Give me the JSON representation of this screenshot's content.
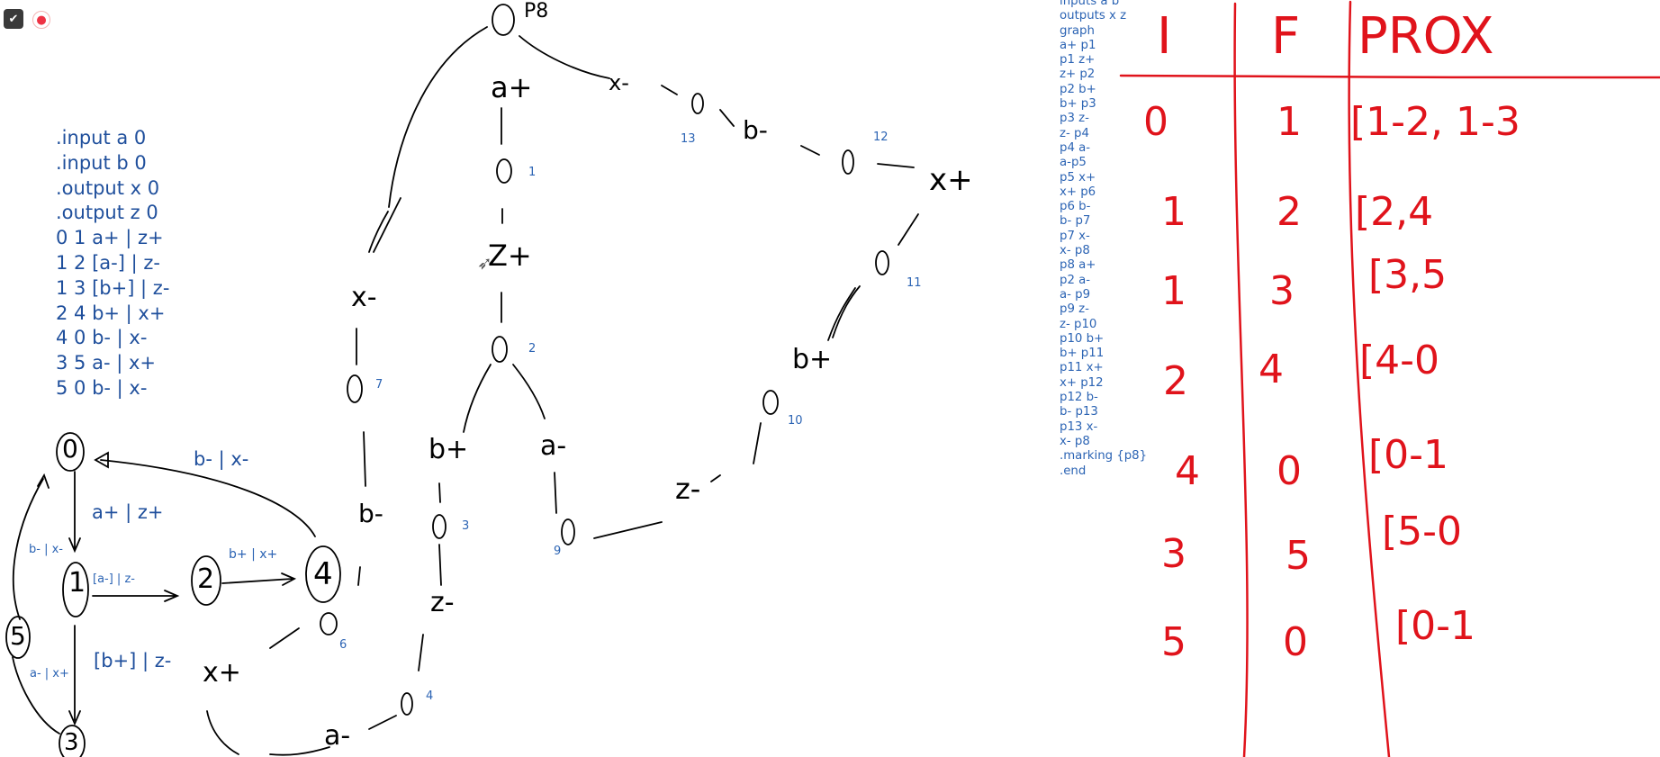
{
  "code_lines": [
    ".input a 0",
    ".input b 0",
    ".output x 0",
    ".output z 0",
    "0 1 a+ | z+",
    "1 2 [a-] | z-",
    "1 3 [b+] | z-",
    "2 4 b+ | x+",
    "4 0 b- | x-",
    "3 5 a- | x+",
    "5 0 b- | x-"
  ],
  "netlist": [
    "inputs a b",
    "outputs x z",
    "graph",
    "a+ p1",
    "p1 z+",
    "z+ p2",
    "p2 b+",
    "b+ p3",
    "p3 z-",
    "z- p4",
    "p4 a-",
    "a-p5",
    "p5 x+",
    "x+ p6",
    "p6 b-",
    "b- p7",
    "p7 x-",
    "x- p8",
    "p8 a+",
    "p2 a-",
    "a- p9",
    "p9 z-",
    "z- p10",
    "p10 b+",
    "b+ p11",
    "p11 x+",
    "x+ p12",
    "p12 b-",
    "b- p13",
    "p13 x-",
    "x- p8",
    ".marking {p8}",
    ".end"
  ],
  "fsm_edges": {
    "e40": "b- | x-",
    "e01": "a+ | z+",
    "e50": "b- | x-",
    "e12": "[a-] | z-",
    "e24": "b+ | x+",
    "e13": "[b+] | z-",
    "e35": "a- | x+"
  },
  "place_numbers": {
    "p1": "1",
    "p2": "2",
    "p3": "3",
    "p4": "4",
    "p6": "6",
    "p7": "7",
    "p9": "9",
    "p10": "10",
    "p11": "11",
    "p12": "12",
    "p13": "13"
  },
  "handwritten": {
    "p8": "P8",
    "t_aplus": "a+",
    "t_zplus": "Z+",
    "t_xminus_left": "x-",
    "t_bminus_left": "b-",
    "t_bplus_mid": "b+",
    "t_aminus_mid": "a-",
    "t_zminus_low": "z-",
    "t_xplus_low": "x+",
    "t_aminus_low": "a-",
    "t_zminus_mid": "z-",
    "t_bplus_right": "b+",
    "t_xplus_right": "x+",
    "t_bminus_top": "b-",
    "t_xminus_top": "x-"
  },
  "table": {
    "headers": [
      "I",
      "F",
      "PROX"
    ],
    "rows": [
      [
        "0",
        "1",
        "[1-2, 1-3"
      ],
      [
        "1",
        "2",
        "[2,4"
      ],
      [
        "1",
        "3",
        "[3,5"
      ],
      [
        "2",
        "4",
        "[4-0"
      ],
      [
        "4",
        "0",
        "[0-1"
      ],
      [
        "3",
        "5",
        "[5-0"
      ],
      [
        "5",
        "0",
        "[0-1"
      ]
    ]
  },
  "colors": {
    "ink": "#000000",
    "blue": "#1f4f9c",
    "red": "#e0131b"
  }
}
